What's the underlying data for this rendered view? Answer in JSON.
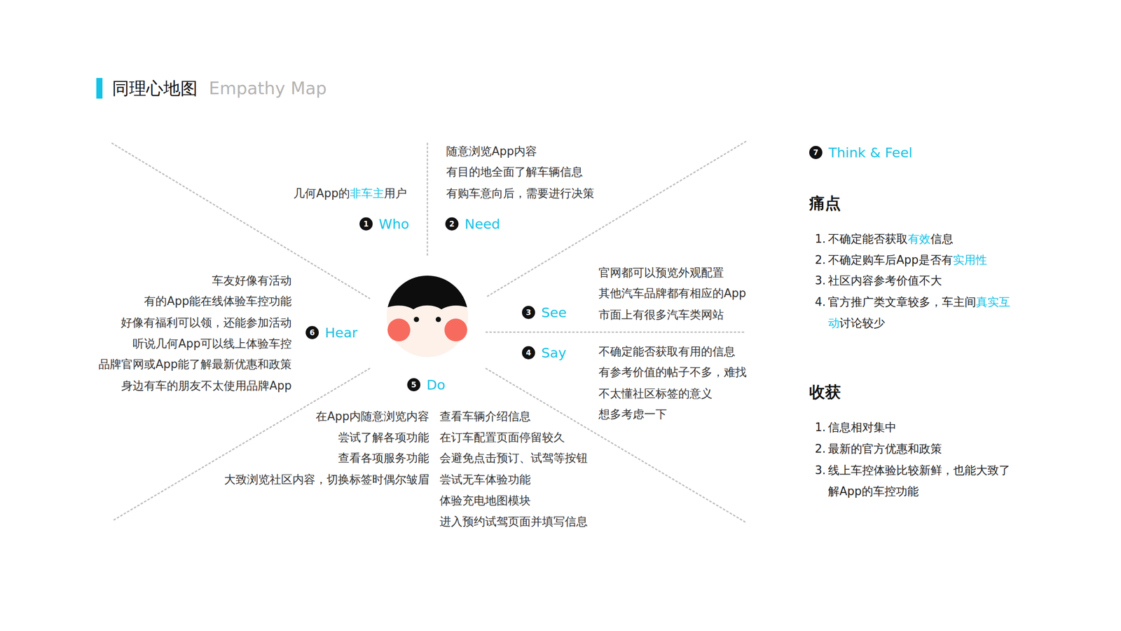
{
  "diagram": {
    "title": "同理心地图",
    "nodes": [
      {
        "text": [
          "1",
          "Who"
        ]
      },
      {
        "text": [
          "2",
          "Need"
        ]
      },
      {
        "text": [
          "3",
          "See"
        ]
      },
      {
        "text": [
          "4",
          "Say"
        ]
      },
      {
        "text": [
          "5",
          "Do"
        ]
      },
      {
        "text": [
          "6",
          "Hear"
        ]
      },
      {
        "text": [
          "7",
          "Think & Feel"
        ]
      }
    ],
    "labels": [
      "Empathy Map",
      "几何App的非车主用户",
      "随意浏览App内容",
      "有目的地全面了解车辆信息",
      "有购车意向后，需要进行决策",
      "官网都可以预览外观配置",
      "其他汽车品牌都有相应的App",
      "市面上有很多汽车类网站",
      "不确定能否获取有用的信息",
      "有参考价值的帖子不多，难找",
      "不太懂社区标签的意义",
      "想多考虑一下",
      "在App内随意浏览内容",
      "尝试了解各项功能",
      "查看各项服务功能",
      "大致浏览社区内容，切换标签时偶尔皱眉",
      "查看车辆介绍信息",
      "在订车配置页面停留较久",
      "会避免点击预订、试驾等按钮",
      "尝试无车体验功能",
      "体验充电地图模块",
      "进入预约试驾页面并填写信息",
      "车友好像有活动",
      "有的App能在线体验车控功能",
      "好像有福利可以领，还能参加活动",
      "听说几何App可以线上体验车控",
      "品牌官网或App能了解最新优惠和政策",
      "身边有车的朋友不太使用品牌App",
      "痛点",
      "1.",
      "不确定能否获取有效信息",
      "2.",
      "不确定购车后App是否有实用性",
      "3.",
      "社区内容参考价值不大",
      "4.",
      "官方推广类文章较多，车主间真实互动讨论较少",
      "收获",
      "1.",
      "信息相对集中",
      "2.",
      "最新的官方优惠和政策",
      "3.",
      "线上车控体验比较新鲜，也能大致了解App的车控功能"
    ]
  }
}
